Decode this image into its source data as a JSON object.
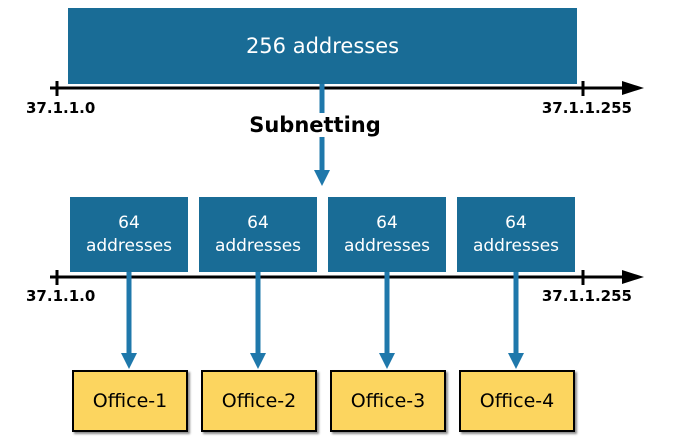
{
  "colors": {
    "block-fill": "#196c96",
    "arrow-blue": "#1f78ab",
    "office-fill": "#fcd55f",
    "line-color": "#000000"
  },
  "top_block": {
    "label": "256 addresses"
  },
  "top_axis": {
    "start": "37.1.1.0",
    "end": "37.1.1.255"
  },
  "process": {
    "label": "Subnetting"
  },
  "subnet_blocks": [
    {
      "count": "64",
      "unit": "addresses"
    },
    {
      "count": "64",
      "unit": "addresses"
    },
    {
      "count": "64",
      "unit": "addresses"
    },
    {
      "count": "64",
      "unit": "addresses"
    }
  ],
  "bottom_axis": {
    "start": "37.1.1.0",
    "end": "37.1.1.255"
  },
  "offices": [
    {
      "label": "Office-1"
    },
    {
      "label": "Office-2"
    },
    {
      "label": "Office-3"
    },
    {
      "label": "Office-4"
    }
  ]
}
